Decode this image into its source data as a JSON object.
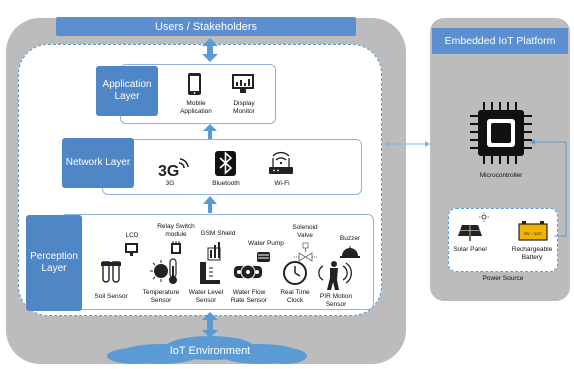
{
  "header": {
    "title": "Users / Stakeholders"
  },
  "layers": {
    "application": {
      "label": "Application Layer",
      "items": [
        {
          "label": "Mobile Application",
          "icon": "smartphone-icon"
        },
        {
          "label": "Display Monitor",
          "icon": "monitor-icon"
        }
      ]
    },
    "network": {
      "label": "Network Layer",
      "items": [
        {
          "label": "3G",
          "icon": "3g-icon"
        },
        {
          "label": "Bluetooth",
          "icon": "bluetooth-icon"
        },
        {
          "label": "Wi-Fi",
          "icon": "wifi-router-icon"
        }
      ]
    },
    "perception": {
      "label": "Perception Layer",
      "items": {
        "lcd": "LCD",
        "relay": "Relay Switch module",
        "gsm": "GSM Shield",
        "water_pump": "Water Pump",
        "solenoid": "Solenoid Valve",
        "buzzer": "Buzzer",
        "soil": "Soil Sensor",
        "temperature": "Temperature Sensor",
        "water_level": "Water Level Sensor",
        "water_flow": "Water Flow Rate Sensor",
        "rtc": "Real Time Clock",
        "pir": "PIR Motion Sensor"
      }
    }
  },
  "environment": {
    "label": "IoT Environment"
  },
  "platform": {
    "title": "Embedded IoT Platform",
    "microcontroller": "Microcontroller",
    "solar_panel": "Solar Panel",
    "battery": "Rechargeable Battery",
    "battery_icon_text": "5V - 12V",
    "power_source": "Power Source"
  },
  "colors": {
    "accent": "#4f86c6",
    "panel": "#bcbcbc",
    "border": "#8fb4e0"
  }
}
